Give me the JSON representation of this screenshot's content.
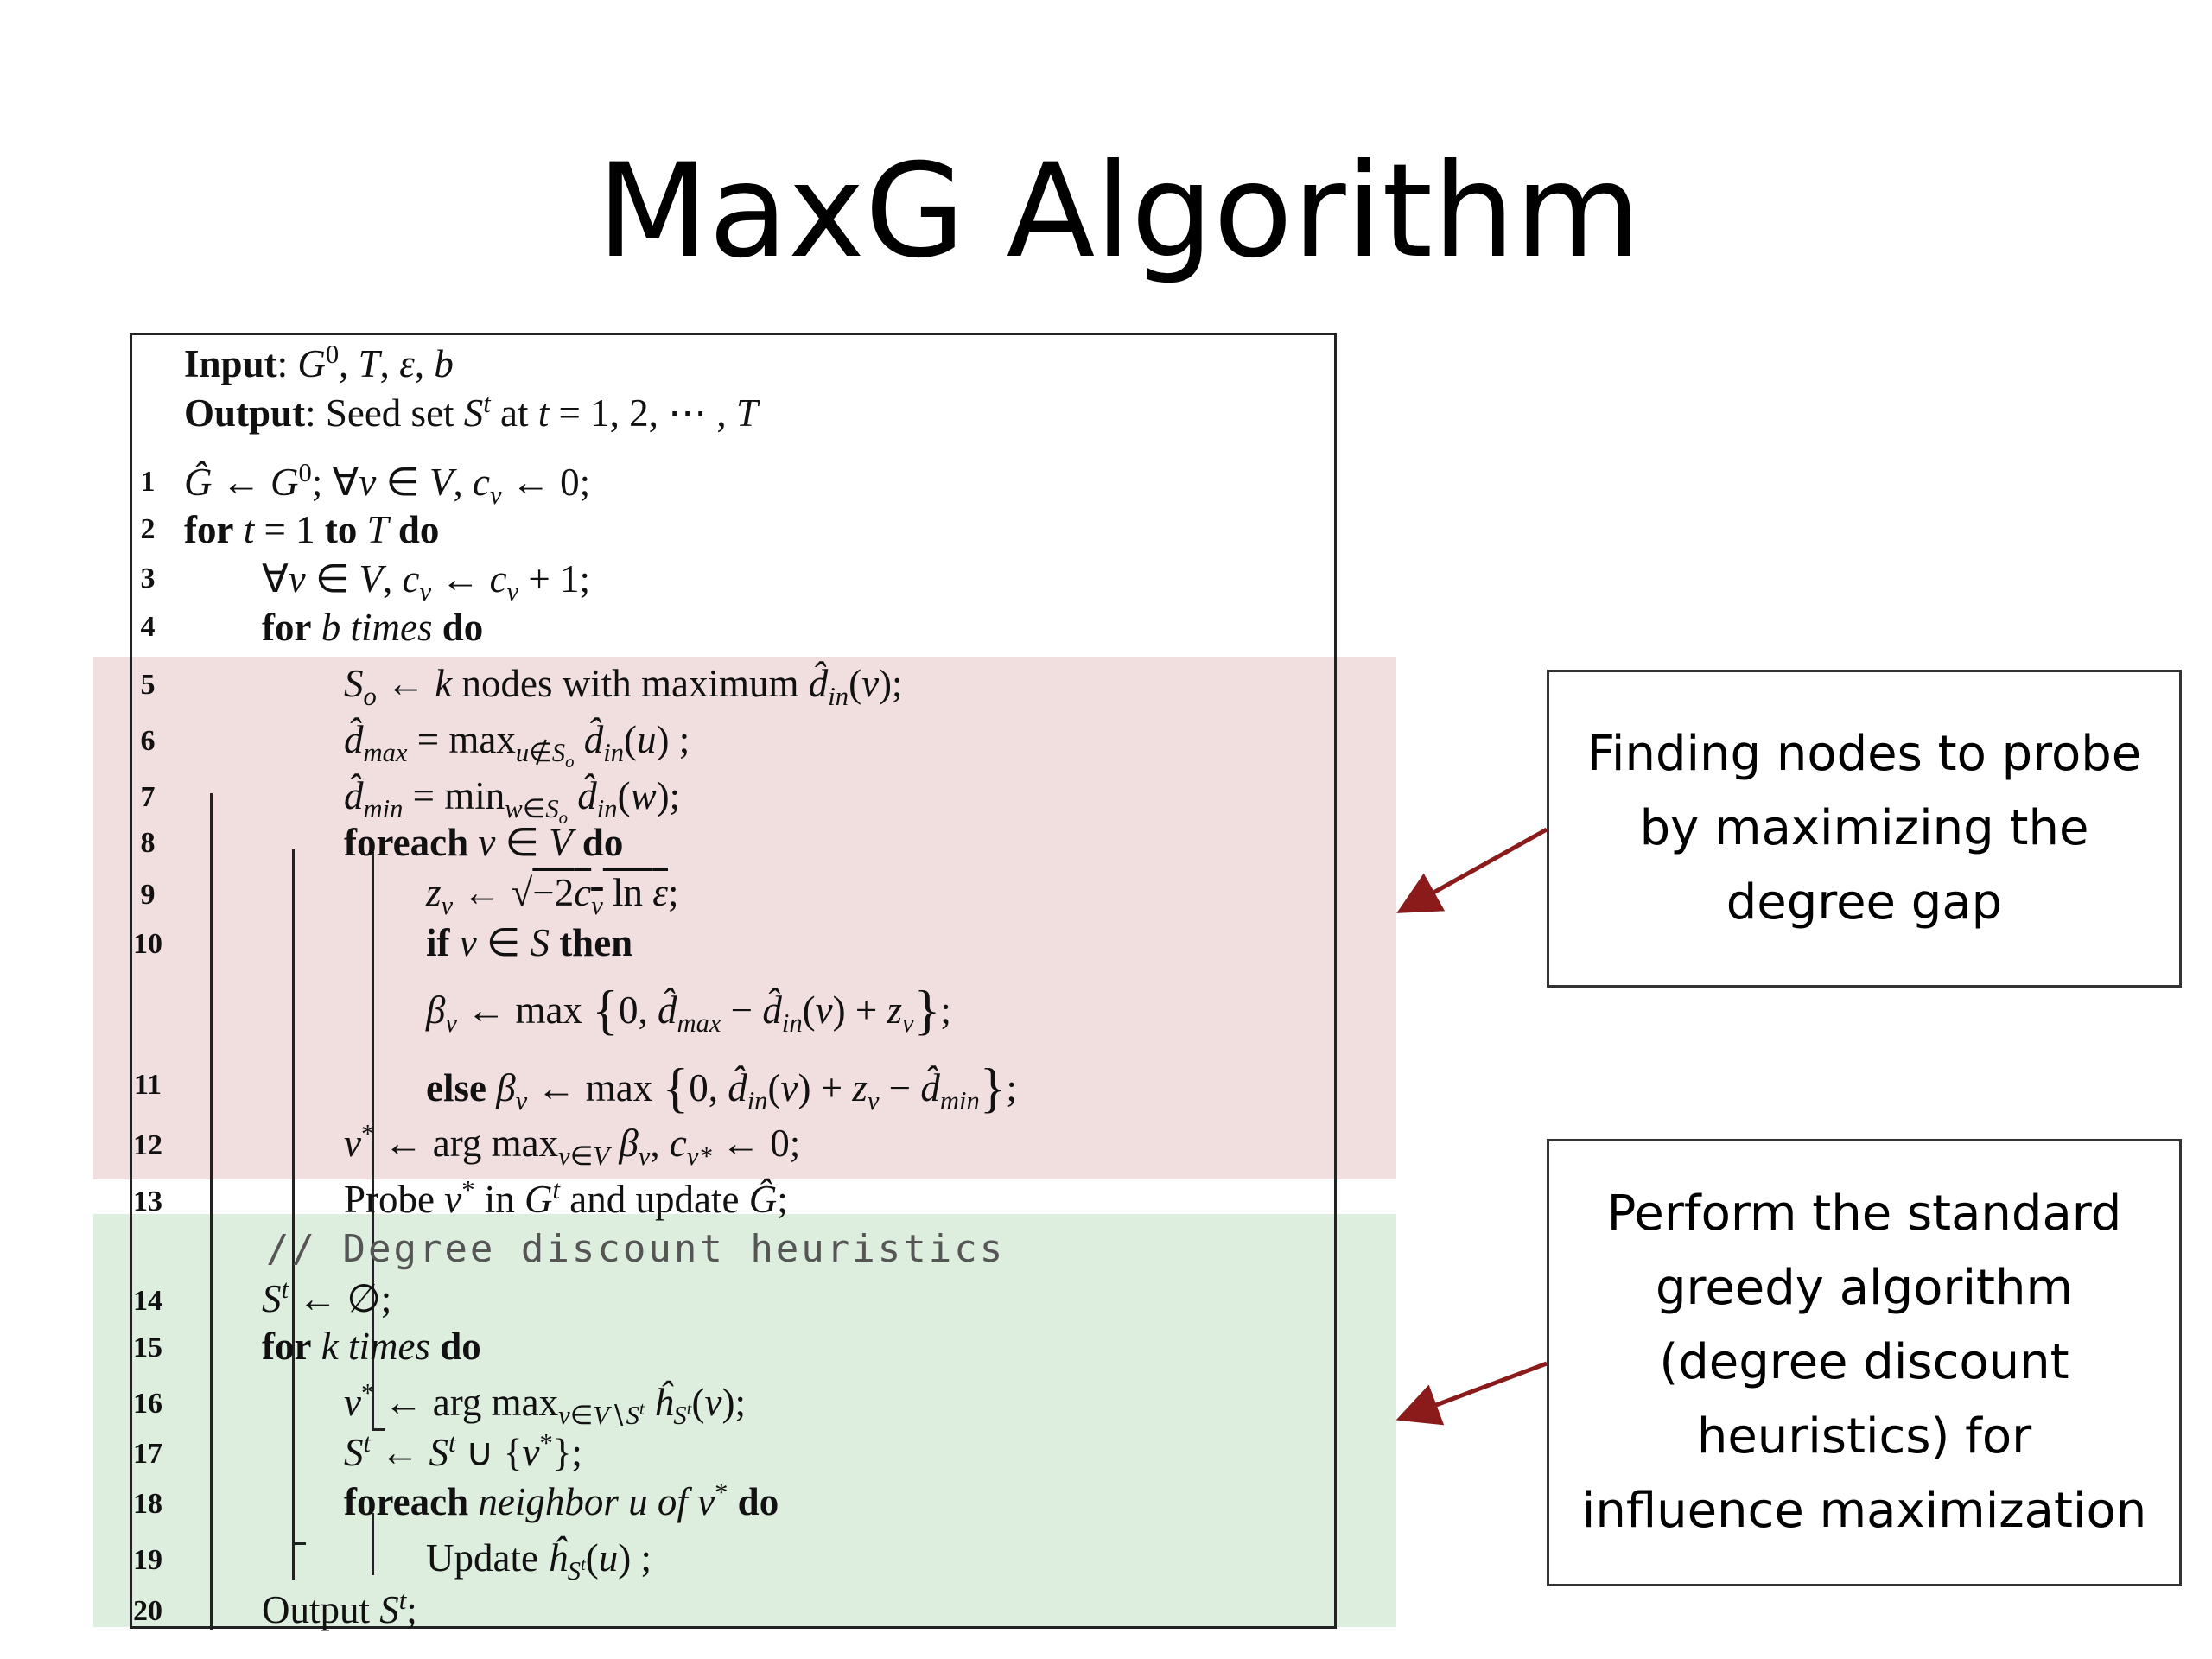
{
  "slide": {
    "title": "MaxG Algorithm"
  },
  "algorithm": {
    "input_label": "Input",
    "output_label": "Output",
    "output_text": "Seed set",
    "lines": [
      {
        "n": "1"
      },
      {
        "n": "2"
      },
      {
        "n": "3"
      },
      {
        "n": "4"
      },
      {
        "n": "5"
      },
      {
        "n": "6"
      },
      {
        "n": "7"
      },
      {
        "n": "8"
      },
      {
        "n": "9"
      },
      {
        "n": "10"
      },
      {
        "n": "11"
      },
      {
        "n": "12"
      },
      {
        "n": "13"
      },
      {
        "n": "14"
      },
      {
        "n": "15"
      },
      {
        "n": "16"
      },
      {
        "n": "17"
      },
      {
        "n": "18"
      },
      {
        "n": "19"
      },
      {
        "n": "20"
      }
    ],
    "l5_text": "nodes with maximum",
    "l13_text_a": "Probe",
    "l13_text_b": "in",
    "l13_text_c": "and update",
    "comment": "// Degree discount heuristics",
    "l19_text": "Update",
    "l20_text": "Output",
    "kw_for": "for",
    "kw_to": "to",
    "kw_do": "do",
    "kw_times": "times",
    "kw_foreach": "foreach",
    "kw_if": "if",
    "kw_then": "then",
    "kw_else": "else",
    "kw_neighbor": "neighbor",
    "kw_of": "of",
    "kw_at": "at"
  },
  "annotations": {
    "top_lines": [
      "Finding nodes to probe",
      "by maximizing the",
      "degree gap"
    ],
    "bottom_lines": [
      "Perform the standard",
      "greedy algorithm",
      "(degree discount",
      "heuristics) for",
      "influence maximization"
    ]
  },
  "colors": {
    "arrow": "#8b1a1a",
    "band_top": "#e8d3d4",
    "band_bottom": "#d9ead6"
  }
}
